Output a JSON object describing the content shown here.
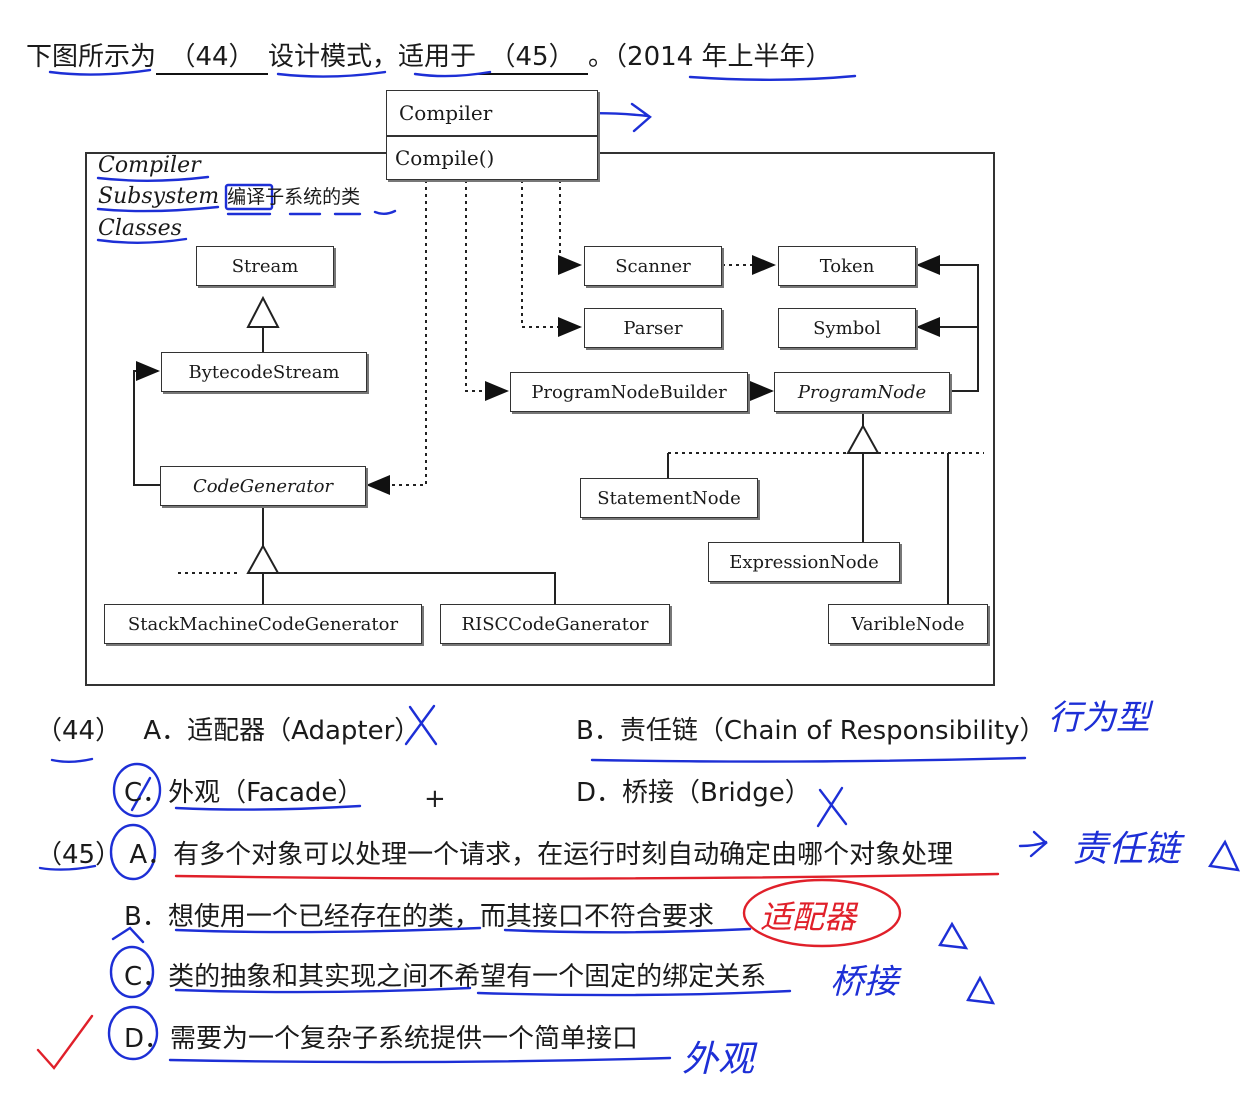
{
  "question": {
    "prefix": "下图所示为",
    "blank44": "（44）",
    "mid": "设计模式，适用于",
    "blank45": "（45）",
    "suffix": "。（2014 年上半年）"
  },
  "diagram": {
    "facade_title": "Compiler",
    "facade_method": "Compile()",
    "subsystem_label_1": "Compiler",
    "subsystem_label_2": "Subsystem",
    "subsystem_label_3": "Classes",
    "subsystem_note_cn": "编译子系统的类",
    "classes": {
      "stream": "Stream",
      "bytecode_stream": "BytecodeStream",
      "code_generator": "CodeGenerator",
      "stack_machine": "StackMachineCodeGenerator",
      "risc": "RISCCodeGanerator",
      "scanner": "Scanner",
      "token": "Token",
      "parser": "Parser",
      "symbol": "Symbol",
      "program_node_builder": "ProgramNodeBuilder",
      "program_node": "ProgramNode",
      "statement_node": "StatementNode",
      "expression_node": "ExpressionNode",
      "varible_node": "VaribleNode"
    }
  },
  "options44": [
    {
      "num": "（44）",
      "letter": "A．",
      "text": "适配器（Adapter）"
    },
    {
      "letter": "B．",
      "text": "责任链（Chain  of  Responsibility）"
    },
    {
      "letter": "C．",
      "text": "外观（Facade）"
    },
    {
      "letter": "D．",
      "text": "桥接（Bridge）"
    }
  ],
  "options45": [
    {
      "num": "（45）",
      "letter": "A．",
      "text": "有多个对象可以处理一个请求，在运行时刻自动确定由哪个对象处理"
    },
    {
      "letter": "B．",
      "text": "想使用一个已经存在的类，而其接口不符合要求"
    },
    {
      "letter": "C．",
      "text": "类的抽象和其实现之间不希望有一个固定的绑定关系"
    },
    {
      "letter": "D．",
      "text": "需要为一个复杂子系统提供一个简单接口"
    }
  ],
  "annotations": {
    "plus": "+",
    "cross_mark": "X",
    "chain_note": "行为型",
    "responsibility_note": "责任链",
    "adapter_note": "适配器",
    "bridge_note": "桥接",
    "facade_note": "外观",
    "triangle": "△",
    "check": "✓"
  },
  "colors": {
    "ink": "#1a1a1a",
    "pen_blue": "#1d2fd6",
    "pen_red": "#e0202a"
  }
}
